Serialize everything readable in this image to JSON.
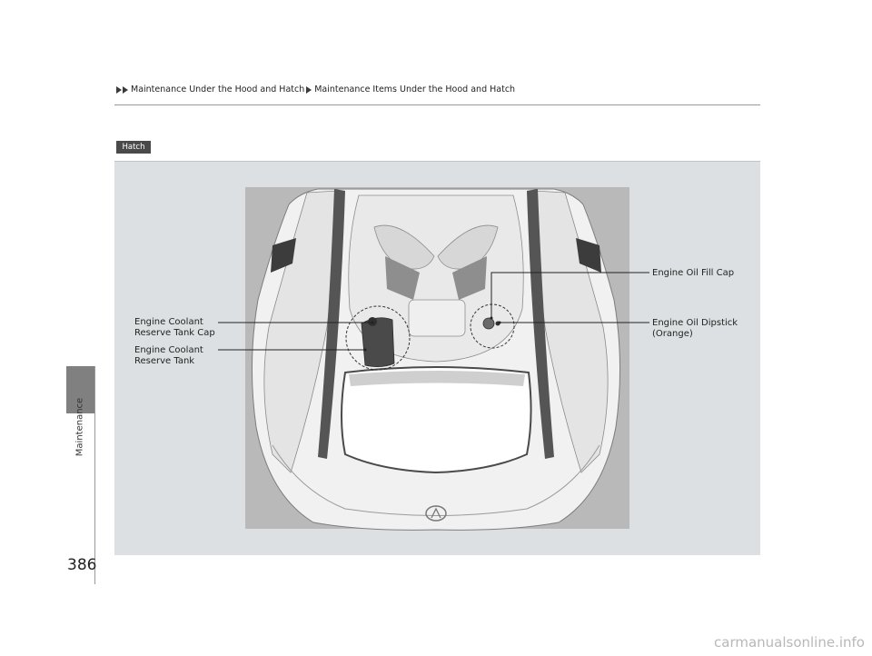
{
  "breadcrumb": {
    "section": "Maintenance Under the Hood and Hatch",
    "subsection": "Maintenance Items Under the Hood and Hatch"
  },
  "side_tab": {
    "label": "Maintenance"
  },
  "page_number": "386",
  "figure": {
    "badge": "Hatch",
    "callouts": {
      "oil_fill_cap": "Engine Oil Fill Cap",
      "oil_dipstick_line1": "Engine Oil Dipstick",
      "oil_dipstick_line2": "(Orange)",
      "coolant_cap_line1": "Engine Coolant",
      "coolant_cap_line2": "Reserve Tank Cap",
      "coolant_tank_line1": "Engine Coolant",
      "coolant_tank_line2": "Reserve Tank"
    }
  },
  "watermark": "carmanualsonline.info"
}
